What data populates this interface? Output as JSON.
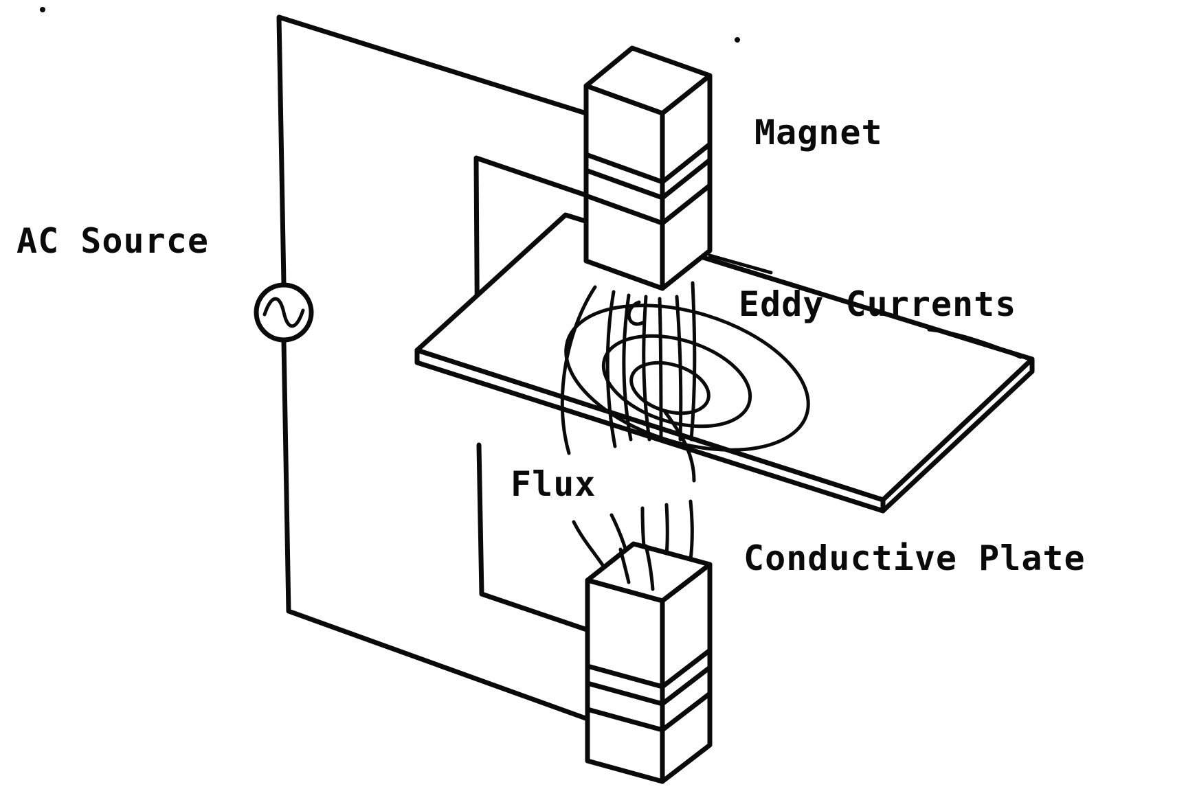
{
  "diagram": {
    "labels": {
      "magnet": "Magnet",
      "ac_source": "AC Source",
      "eddy_currents": "Eddy Currents",
      "flux": "Flux",
      "conductive_plate": "Conductive Plate"
    },
    "icons": {
      "ac_source_symbol": "sine-wave-circle-icon"
    }
  }
}
